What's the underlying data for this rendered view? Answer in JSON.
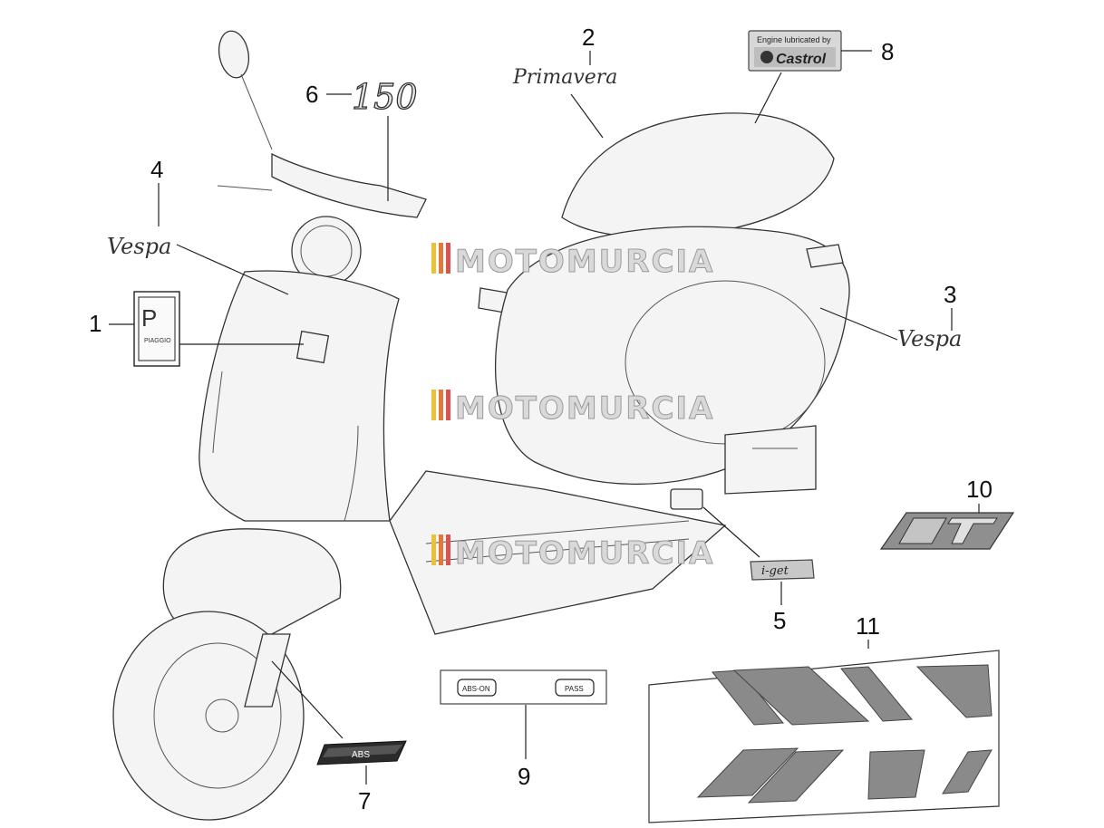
{
  "watermark": "MOTOMURCIA",
  "callouts": [
    "1",
    "2",
    "3",
    "4",
    "5",
    "6",
    "7",
    "8",
    "9",
    "10",
    "11"
  ],
  "badges": {
    "castrol_line1": "Engine lubricated by",
    "castrol_line2": "Castrol",
    "model_script": "Primavera",
    "displacement": "150",
    "vespa_left": "Vespa",
    "vespa_right": "Vespa",
    "piaggio_p": "P",
    "piaggio_text": "PIAGGIO",
    "abs_label": "ABS",
    "abs_on": "ABS-ON",
    "pass": "PASS",
    "iget": "i-get"
  },
  "colors": {
    "line": "#333333",
    "fill": "#f4f4f4",
    "stripe": "#8a8a8a",
    "watermark_red": "#d9534f",
    "watermark_yellow": "#e8c33a"
  }
}
